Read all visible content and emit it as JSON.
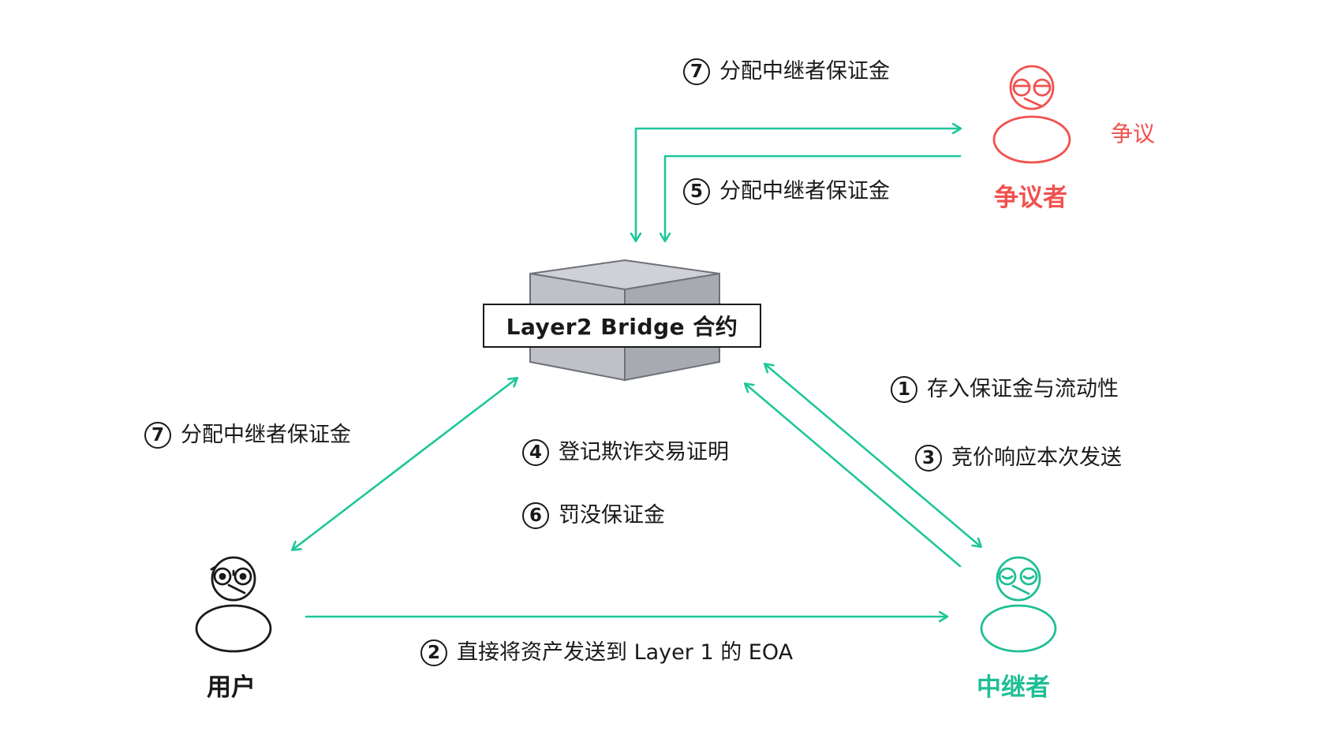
{
  "colors": {
    "arrow": "#1ec79a",
    "user": "#1a1a1a",
    "relayer": "#1fbf95",
    "disputer": "#f0524f",
    "text": "#1a1a1a"
  },
  "bridge": {
    "label": "Layer2 Bridge 合约"
  },
  "actors": {
    "user": {
      "name": "用户",
      "icon": "user-avatar-icon"
    },
    "relayer": {
      "name": "中继者",
      "icon": "relayer-avatar-icon"
    },
    "disputer": {
      "name": "争议者",
      "tag": "争议",
      "icon": "disputer-avatar-icon"
    }
  },
  "steps": {
    "s1": {
      "num": "1",
      "text": "存入保证金与流动性"
    },
    "s2": {
      "num": "2",
      "text": "直接将资产发送到 Layer 1 的 EOA"
    },
    "s3": {
      "num": "3",
      "text": "竞价响应本次发送"
    },
    "s4": {
      "num": "4",
      "text": "登记欺诈交易证明"
    },
    "s5": {
      "num": "5",
      "text": "分配中继者保证金"
    },
    "s6": {
      "num": "6",
      "text": "罚没保证金"
    },
    "s7_top": {
      "num": "7",
      "text": "分配中继者保证金"
    },
    "s7_left": {
      "num": "7",
      "text": "分配中继者保证金"
    }
  }
}
